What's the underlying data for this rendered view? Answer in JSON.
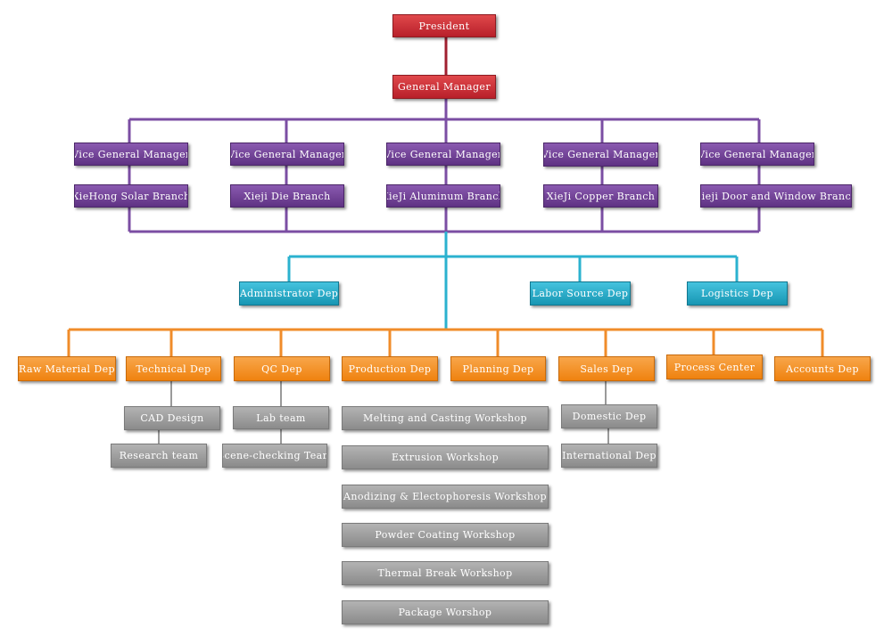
{
  "colors": {
    "executive": "#c52a33",
    "vice_branch": "#6b3d90",
    "department": "#25a9c6",
    "functional": "#f3902a",
    "unit": "#9e9e9e",
    "line_purple": "#7b4ea3",
    "line_cyan": "#2bb2cf",
    "line_orange": "#f08c2a",
    "line_gray": "#9a9a9a"
  },
  "org": {
    "president": "President",
    "general_manager": "General Manager",
    "vice_managers": [
      "Vice General Manager",
      "Vice General Manager",
      "Vice General Manager",
      "Vice General Manager",
      "Vice General Manager"
    ],
    "branches": [
      "XieHong Solar Branch",
      "Xieji Die Branch",
      "XieJi Aluminum Branch",
      "XieJi Copper Branch",
      "Xieji Door and Window Branch"
    ],
    "departments": [
      "Administrator Dep",
      "Labor Source Dep",
      "Logistics Dep"
    ],
    "functional": [
      "Raw Material Dep",
      "Technical Dep",
      "QC  Dep",
      "Production Dep",
      "Planning Dep",
      "Sales Dep",
      "Process Center",
      "Accounts Dep"
    ],
    "technical_units": [
      "CAD Design",
      "Research team"
    ],
    "qc_units": [
      "Lab team",
      "Scene-checking Team"
    ],
    "workshops": [
      "Melting and Casting Workshop",
      "Extrusion Workshop",
      "Anodizing & Electophoresis Workshop",
      "Powder Coating Workshop",
      "Thermal Break Workshop",
      "Package Worshop"
    ],
    "sales_units": [
      "Domestic Dep",
      "International Dep"
    ]
  }
}
